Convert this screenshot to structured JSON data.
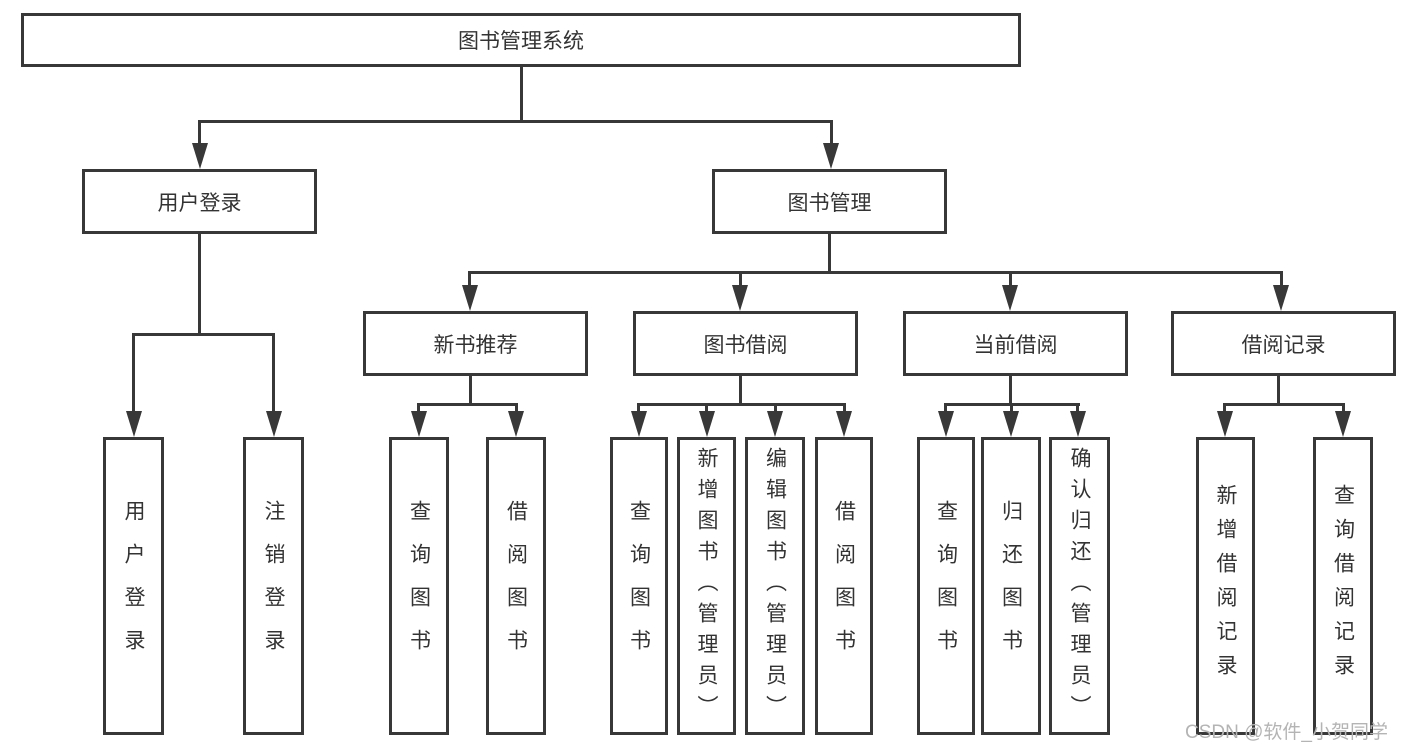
{
  "title": "图书管理系统",
  "root": {
    "label": "图书管理系统"
  },
  "branches": {
    "user_login": {
      "label": "用户登录",
      "children": [
        {
          "label": "用户登录"
        },
        {
          "label": "注销登录"
        }
      ]
    },
    "book_mgmt": {
      "label": "图书管理",
      "children": [
        {
          "label": "新书推荐",
          "children": [
            {
              "label": "查询图书"
            },
            {
              "label": "借阅图书"
            }
          ]
        },
        {
          "label": "图书借阅",
          "children": [
            {
              "label": "查询图书"
            },
            {
              "label": "新增图书（管理员）"
            },
            {
              "label": "编辑图书（管理员）"
            },
            {
              "label": "借阅图书"
            }
          ]
        },
        {
          "label": "当前借阅",
          "children": [
            {
              "label": "查询图书"
            },
            {
              "label": "归还图书"
            },
            {
              "label": "确认归还（管理员）"
            }
          ]
        },
        {
          "label": "借阅记录",
          "children": [
            {
              "label": "新增借阅记录"
            },
            {
              "label": "查询借阅记录"
            }
          ]
        }
      ]
    }
  },
  "watermark": "CSDN @软件_小贺同学",
  "colors": {
    "line": "#383838",
    "text": "#333333",
    "watermark": "#b4b4b4",
    "box_background": "#ffffff"
  }
}
